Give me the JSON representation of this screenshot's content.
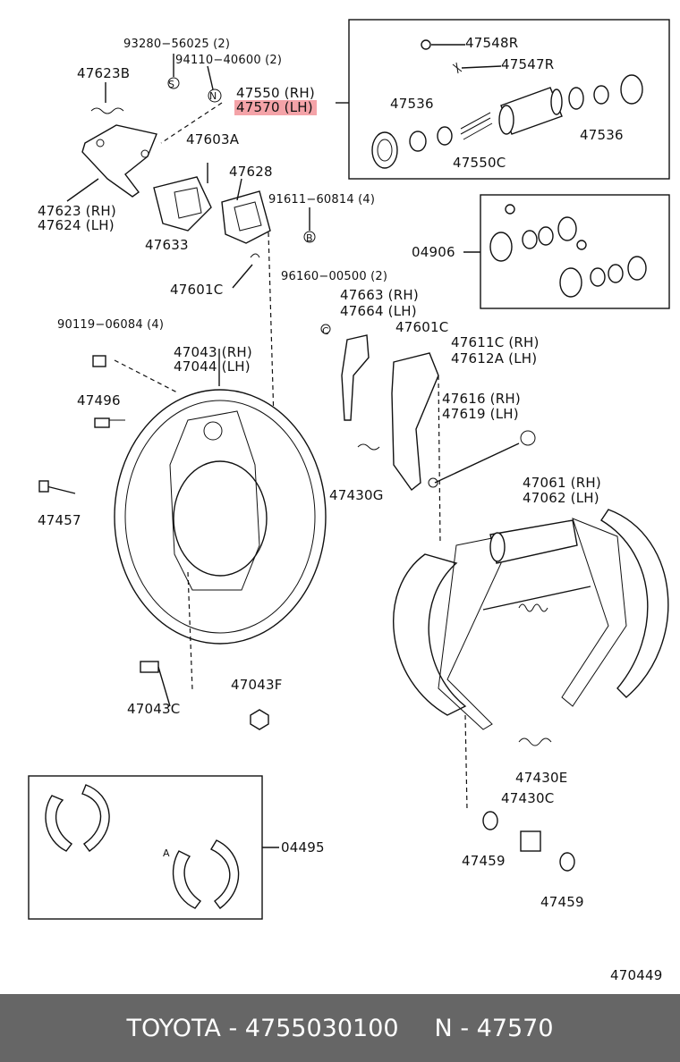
{
  "labels": {
    "p93280": "93280−56025 (2)",
    "p94110": "94110−40600 (2)",
    "p47623b": "47623B",
    "p47550": "47550 (RH)",
    "p47570": "47570 (LH)",
    "p47548r": "47548R",
    "p47547r": "47547R",
    "p47536a": "47536",
    "p47536b": "47536",
    "p47550c": "47550C",
    "p47603a": "47603A",
    "p47628": "47628",
    "p47623": "47623 (RH)",
    "p47624": "47624 (LH)",
    "p47633": "47633",
    "p91611": "91611−60814 (4)",
    "p04906": "04906",
    "p47601c_a": "47601C",
    "p96160": "96160−00500 (2)",
    "p47663": "47663 (RH)",
    "p47664": "47664 (LH)",
    "p47601c_b": "47601C",
    "p90119": "90119−06084 (4)",
    "p47043": "47043 (RH)",
    "p47044": "47044 (LH)",
    "p47611c": "47611C (RH)",
    "p47612a": "47612A (LH)",
    "p47496": "47496",
    "p47616": "47616 (RH)",
    "p47619": "47619 (LH)",
    "p47457": "47457",
    "p47430g": "47430G",
    "p47061": "47061 (RH)",
    "p47062": "47062 (LH)",
    "p47043f": "47043F",
    "p47043c": "47043C",
    "p47430e": "47430E",
    "p47430c": "47430C",
    "p04495": "04495",
    "p47459a": "47459",
    "p47459b": "47459",
    "p470449": "470449",
    "sym_s": "S",
    "sym_n": "N",
    "sym_b": "B",
    "sym_c": "C",
    "sym_a": "A"
  },
  "highlight_color": "#f4a3a8",
  "footer": {
    "brand_part": "TOYOTA - 4755030100",
    "ref": "N - 47570",
    "background": "#666666",
    "text_color": "#ffffff"
  }
}
